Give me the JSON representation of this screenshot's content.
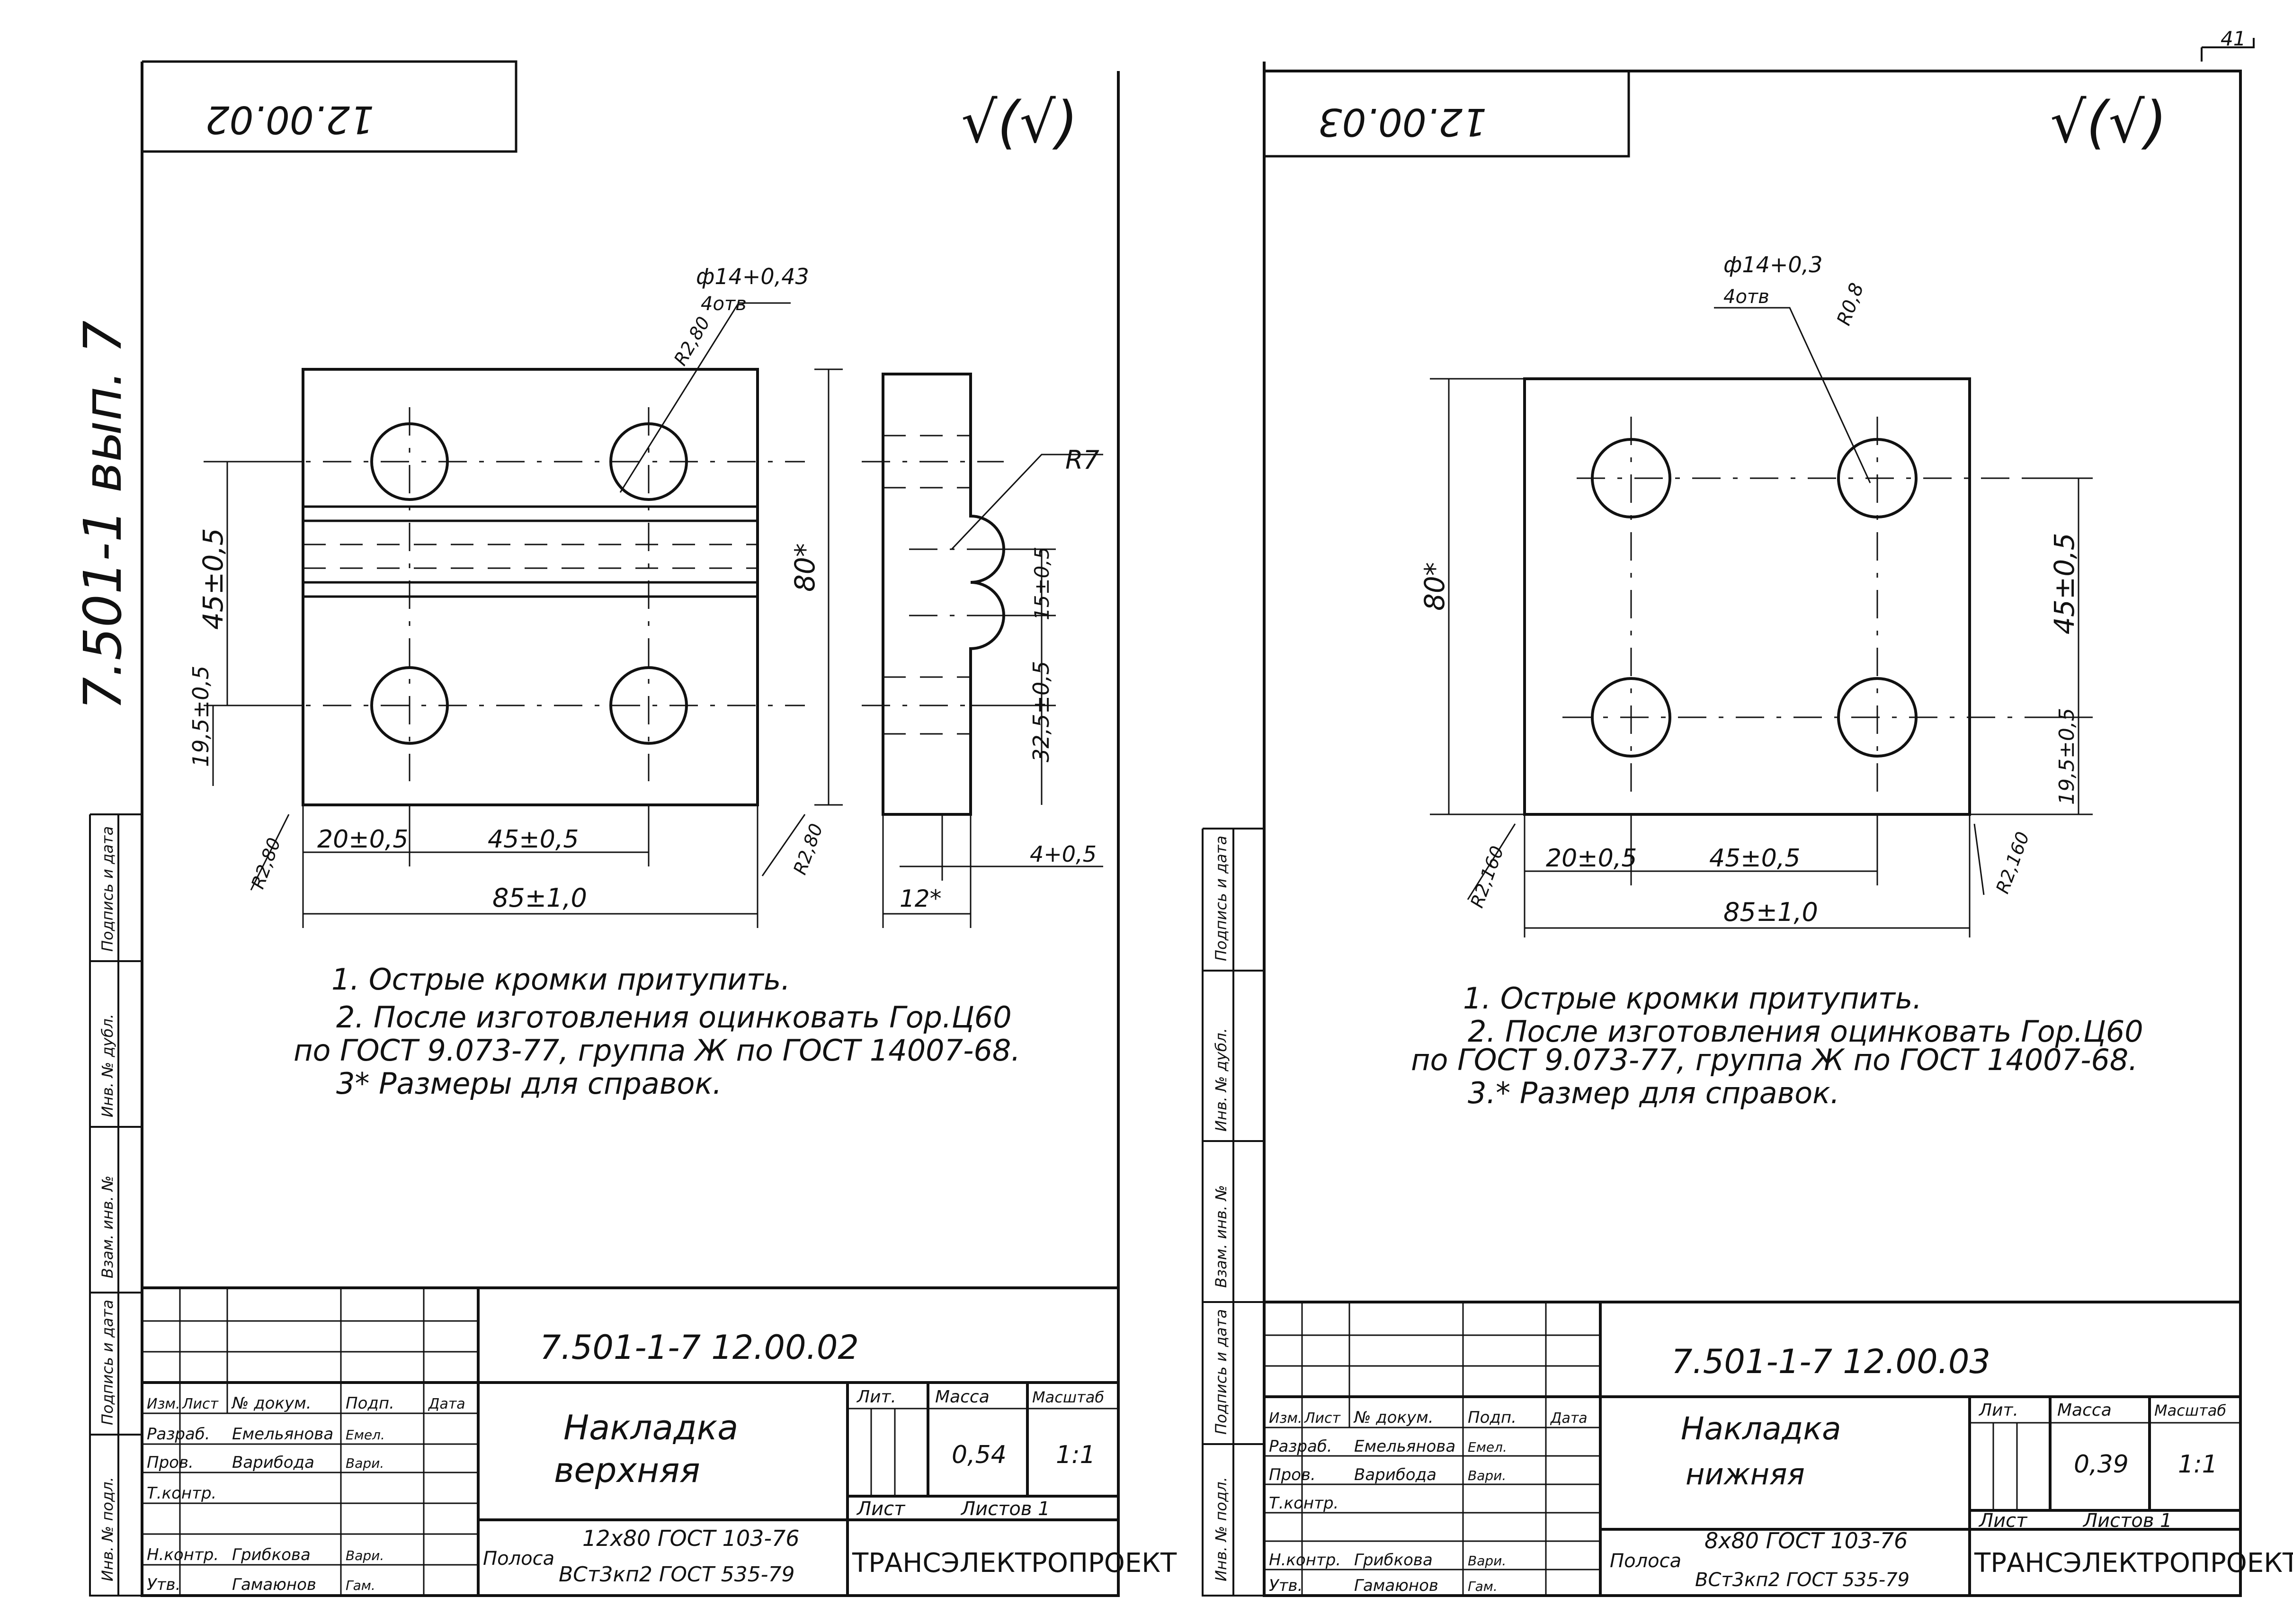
{
  "page_number": "41",
  "side_stamp": "7.501-1 вып. 7",
  "side_columns": [
    "Инв. № подл.",
    "Подпись и дата",
    "Взам. инв. №",
    "Инв. № дубл.",
    "Подпись и дата"
  ],
  "sheets": [
    {
      "corner_code": "12.00.02",
      "roughness": "√(√)",
      "dims": {
        "hole": "ф14+0,43",
        "hole_extra": "4отв",
        "chamfer_top": "R2,80",
        "r7": "R7",
        "h80": "80*",
        "d45": "45±0,5",
        "d19": "19,5±0,5",
        "d15": "15±0,5",
        "d32": "32,5±0,5",
        "w20": "20±0,5",
        "w45": "45±0,5",
        "w85": "85±1,0",
        "r_left": "R2,80",
        "r_right": "R2,80",
        "t4": "4+0,5",
        "t12": "12*"
      },
      "notes": [
        "1. Острые кромки притупить.",
        "2. После изготовления оцинковать Гор.Ц60",
        "по ГОСТ 9.073-77, группа Ж по ГОСТ 14007-68.",
        "3* Размеры для справок."
      ],
      "title_block": {
        "designation": "7.501-1-7     12.00.02",
        "name_line1": "Накладка",
        "name_line2": "верхняя",
        "material_label": "Полоса",
        "material_top": "12x80 ГОСТ 103-76",
        "material_bottom": "ВСт3кп2 ГОСТ 535-79",
        "lit_label": "Лит.",
        "mass_label": "Масса",
        "scale_label": "Масштаб",
        "mass": "0,54",
        "scale": "1:1",
        "sheet_label": "Лист",
        "sheets_label": "Листов 1",
        "org": "ТРАНСЭЛЕКТРОПРОЕКТ",
        "header_cells": [
          "Изм.",
          "Лист",
          "№ докум.",
          "Подп.",
          "Дата"
        ],
        "rows": [
          {
            "role": "Разраб.",
            "name": "Емельянова",
            "sign": "Емел."
          },
          {
            "role": "Пров.",
            "name": "Варибода",
            "sign": "Вари."
          },
          {
            "role": "Т.контр.",
            "name": "",
            "sign": ""
          },
          {
            "role": "",
            "name": "",
            "sign": ""
          },
          {
            "role": "Н.контр.",
            "name": "Грибкова",
            "sign": "Вари."
          },
          {
            "role": "Утв.",
            "name": "Гамаюнов",
            "sign": "Гам."
          }
        ]
      }
    },
    {
      "corner_code": "12.00.03",
      "roughness": "√(√)",
      "dims": {
        "hole": "ф14+0,3",
        "hole_extra": "4отв",
        "chamfer_top": "R0,8",
        "h80": "80*",
        "d45": "45±0,5",
        "d19": "19,5±0,5",
        "w20": "20±0,5",
        "w45": "45±0,5",
        "w85": "85±1,0",
        "r_left": "R2,160",
        "r_right": "R2,160"
      },
      "notes": [
        "1. Острые кромки притупить.",
        "2. После изготовления оцинковать Гор.Ц60",
        "по ГОСТ 9.073-77, группа Ж по ГОСТ 14007-68.",
        "3.* Размер для справок."
      ],
      "title_block": {
        "designation": "7.501-1-7     12.00.03",
        "name_line1": "Накладка",
        "name_line2": "нижняя",
        "material_label": "Полоса",
        "material_top": "8x80 ГОСТ 103-76",
        "material_bottom": "ВСт3кп2 ГОСТ 535-79",
        "lit_label": "Лит.",
        "mass_label": "Масса",
        "scale_label": "Масштаб",
        "mass": "0,39",
        "scale": "1:1",
        "sheet_label": "Лист",
        "sheets_label": "Листов 1",
        "org": "ТРАНСЭЛЕКТРОПРОЕКТ",
        "header_cells": [
          "Изм.",
          "Лист",
          "№ докум.",
          "Подп.",
          "Дата"
        ],
        "rows": [
          {
            "role": "Разраб.",
            "name": "Емельянова",
            "sign": "Емел."
          },
          {
            "role": "Пров.",
            "name": "Варибода",
            "sign": "Вари."
          },
          {
            "role": "Т.контр.",
            "name": "",
            "sign": ""
          },
          {
            "role": "",
            "name": "",
            "sign": ""
          },
          {
            "role": "Н.контр.",
            "name": "Грибкова",
            "sign": "Вари."
          },
          {
            "role": "Утв.",
            "name": "Гамаюнов",
            "sign": "Гам."
          }
        ]
      }
    }
  ]
}
